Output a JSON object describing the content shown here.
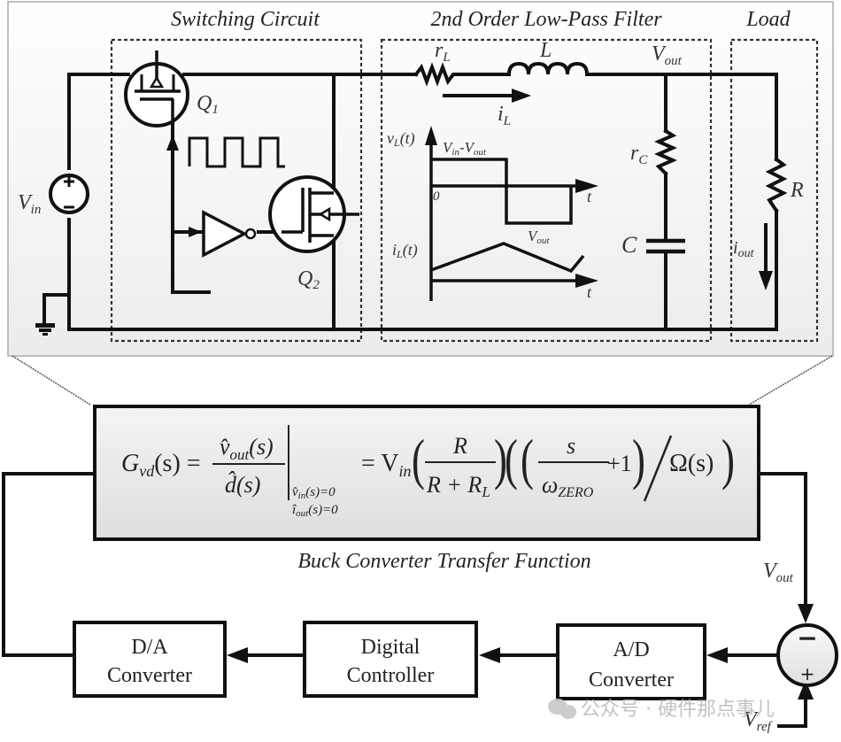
{
  "title": "Digital control loop of a buck converter",
  "top_panel": {
    "sections": {
      "switching": "Switching Circuit",
      "filter": "2nd Order Low-Pass Filter",
      "load": "Load"
    },
    "components": {
      "vin": "V",
      "vin_sub": "in",
      "q1": "Q",
      "q1_sub": "1",
      "q2": "Q",
      "q2_sub": "2",
      "rl": "r",
      "rl_sub": "L",
      "l": "L",
      "il": "i",
      "il_sub": "L",
      "vout": "V",
      "vout_sub": "out",
      "rc": "r",
      "rc_sub": "C",
      "c": "C",
      "r": "R",
      "iout": "i",
      "iout_sub": "out"
    },
    "waveforms": {
      "vl_axis": "v",
      "vl_sub": "L",
      "vl_t": "(t)",
      "vin_minus_vout": "V",
      "vin_minus_vout_sub1": "in",
      "dash": "-V",
      "vin_minus_vout_sub2": "out",
      "zero": "0",
      "t": "t",
      "neg_vout": "V",
      "neg_vout_sub": "out",
      "il_axis": "i",
      "il_sub": "L",
      "il_t": "(t)"
    }
  },
  "equation": {
    "lhs": "G",
    "lhs_sub": "vd",
    "lhs_arg": "(s) =",
    "num": "v̂",
    "num_sub": "out",
    "num_arg": "(s)",
    "den": "d̂(s)",
    "cond1": "v̂",
    "cond1_sub": "in",
    "cond1_rest": "(s)=0",
    "cond2": "î",
    "cond2_sub": "out",
    "cond2_rest": "(s)=0",
    "eq2": "= V",
    "eq2_sub": "in",
    "frac2_num": "R",
    "frac2_den": "R + R",
    "frac2_den_sub": "L",
    "frac3_num": "s",
    "frac3_den": "ω",
    "frac3_den_sub": "ZERO",
    "plus1": "+1",
    "omega": "Ω(s)",
    "caption": "Buck Converter Transfer Function"
  },
  "feedback": {
    "vout": "V",
    "vout_sub": "out",
    "vref": "V",
    "vref_sub": "ref",
    "minus": "−",
    "plus": "+",
    "blocks": [
      {
        "line1": "D/A",
        "line2": "Converter"
      },
      {
        "line1": "Digital",
        "line2": "Controller"
      },
      {
        "line1": "A/D",
        "line2": "Converter"
      }
    ]
  },
  "watermark": "公众号 · 硬件那点事儿"
}
